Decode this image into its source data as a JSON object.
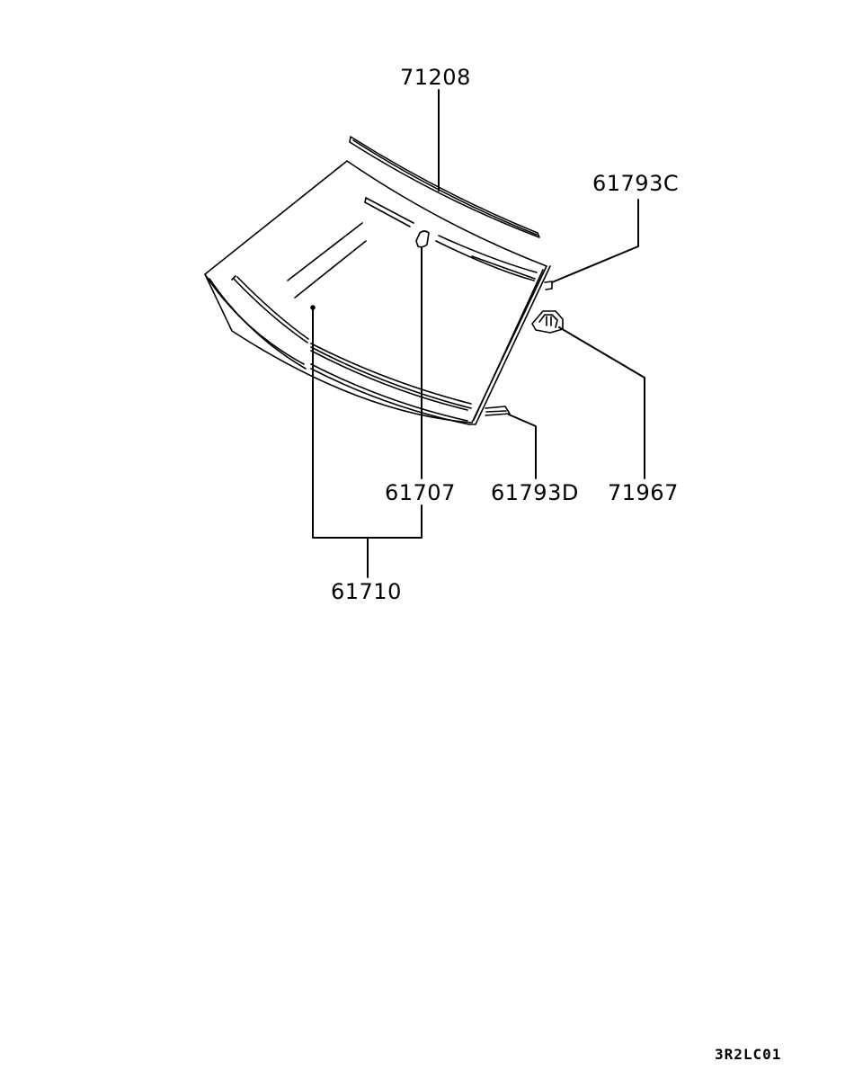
{
  "diagram": {
    "type": "parts-exploded-view",
    "subject": "windshield glass assembly",
    "parts": [
      {
        "id": "p71208",
        "label": "71208",
        "description": "upper molding"
      },
      {
        "id": "p61793C",
        "label": "61793C",
        "description": "side clip"
      },
      {
        "id": "p71967",
        "label": "71967",
        "description": "fastener clip"
      },
      {
        "id": "p61707",
        "label": "61707",
        "description": "mirror mount"
      },
      {
        "id": "p61793D",
        "label": "61793D",
        "description": "lower clip"
      },
      {
        "id": "p61710",
        "label": "61710",
        "description": "windshield glass group"
      }
    ],
    "drawing_code": "3R2LC01"
  },
  "colors": {
    "line": "#000000",
    "background": "#ffffff"
  }
}
